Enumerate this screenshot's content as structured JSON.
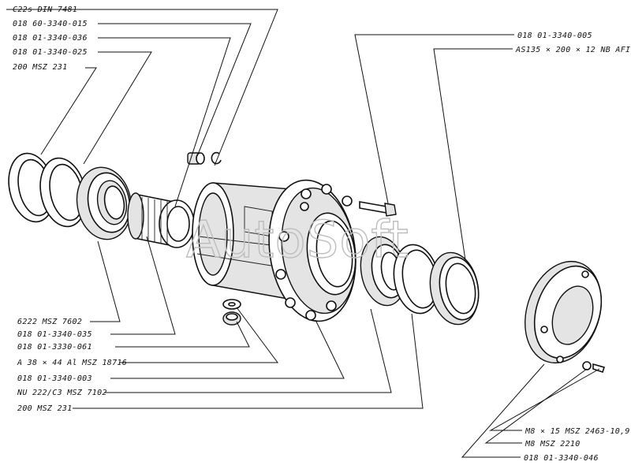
{
  "watermark": "AutoSoft",
  "labels_left": [
    "C22s DIN 7481",
    "018 60-3340-015",
    "018 01-3340-036",
    "018 01-3340-025",
    "200 MSZ 231"
  ],
  "labels_right": [
    "018 01-3340-005",
    "AS135 × 200 × 12 NB AFIT"
  ],
  "labels_bottom_left": [
    "6222 MSZ 7602",
    "018 01-3340-035",
    "018 01-3330-061",
    "A 38 × 44 Al MSZ 18716",
    "018 01-3340-003",
    "NU 222/C3 MSZ 7102",
    "200 MSZ 231"
  ],
  "labels_bottom_right": [
    "M8 × 15 MSZ 2463-10,9",
    "M8 MSZ 2210",
    "018 01-3340-046"
  ]
}
